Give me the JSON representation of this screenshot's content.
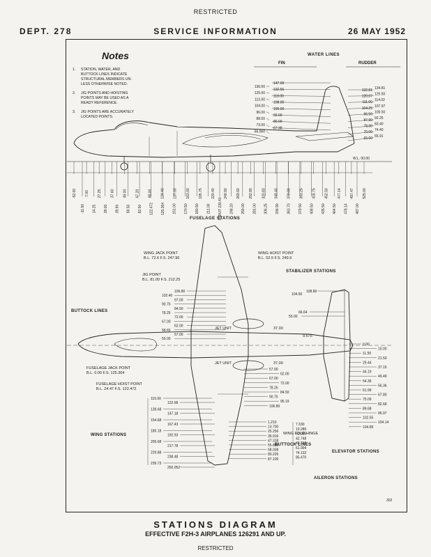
{
  "header": {
    "classification": "RESTRICTED",
    "dept": "DEPT. 278",
    "title": "SERVICE INFORMATION",
    "date": "26 MAY 1952"
  },
  "notes": {
    "heading": "Notes",
    "items": [
      [
        "1.",
        "STATION, WATER, AND",
        "BUTTOCK LINES INDICATE",
        "STRUCTURAL MEMBERS UN-",
        "LESS OTHERWISE NOTED."
      ],
      [
        "2.",
        "JIG POINTS AND HOISTING",
        "POINTS MAY BE USED AS A",
        "READY REFERENCE."
      ],
      [
        "3.",
        "JIG POINTS ARE ACCURATELY",
        "LOCATED POINTS."
      ]
    ]
  },
  "side": {
    "water_lines_label": "WATER LINES",
    "fin_label": "FIN",
    "rudder_label": "RUDDER",
    "wl_label": "W.L. 00.00",
    "fin_left": [
      "136.00",
      "125.00",
      "113.00",
      "104.00",
      "96.00",
      "88.00",
      "73.00",
      "66.060"
    ],
    "fin_right": [
      "147.00",
      "132.56",
      "118.00",
      "108.00",
      "100.00",
      "92.00",
      "80.00",
      "67.38"
    ],
    "rudder_left": [
      "132.81",
      "120.07",
      "111.00",
      "104.25",
      "96.50",
      "87.90",
      "78.90",
      "70.00",
      "65.00"
    ],
    "rudder_right": [
      "134.81",
      "125.50",
      "114.02",
      "107.97",
      "100.50",
      "92.25",
      "83.40",
      "74.40",
      "65.91"
    ],
    "stations_top": [
      "-52.00",
      "7.00",
      "27.25",
      "37.60",
      "49.00",
      "67.20",
      "88.00",
      "124.40",
      "137.00",
      "163.00",
      "195.75",
      "220.40",
      "249.90",
      "269.60",
      "292.80",
      "320.83",
      "349.40",
      "370.00",
      "393.25",
      "418.75",
      "452.50",
      "477.14",
      "497.47",
      "525.00"
    ],
    "stations_bottom": [
      "-11.50",
      "14.25",
      "28.00",
      "39.90",
      "59.50",
      "82.50",
      "122.472",
      "125.364",
      "151.00",
      "170.50",
      "180.50",
      "211.00",
      "STRUT 230.40",
      "248.20",
      "259.00",
      "281.00",
      "306.25",
      "336.90",
      "363.70",
      "379.50",
      "408.50",
      "435.50",
      "464.50",
      "478.14",
      "487.00"
    ],
    "fuselage_label": "FUSELAGE STATIONS"
  },
  "plan": {
    "wing_jack": [
      "WING JACK POINT",
      "B.L. 72.6 F.S. 247.96"
    ],
    "wing_hoist": [
      "WING HOIST POINT",
      "B.L. 52.5 F.S. 249.9"
    ],
    "jig": [
      "JIG POINT",
      "B.L. 81.00 F.S. 212.25"
    ],
    "stabilizer_label": "STABILIZER STATIONS",
    "stab_values": [
      "104.50",
      "108.89",
      "66.64",
      "55.00"
    ],
    "buttock_label": "BUTTOCK LINES",
    "buttock_top": [
      "106.80",
      "102.40",
      "97.00",
      "90.75",
      "84.50",
      "78.25",
      "72.00",
      "67.00",
      "62.00",
      "58.65",
      "57.00",
      "55.00"
    ],
    "jet_unit": "JET UNIT",
    "jet_top": "37.00",
    "jet_bottom": "37.00",
    "tail_point": "9.675",
    "fuselage_jack": [
      "FUSELAGE JACK POINT",
      "B.L. 0.00 F.S. 125.364"
    ],
    "fuselage_hoist": [
      "FUSELAGE HOIST POINT",
      "B.L. 24.47 F.S. 122.472"
    ],
    "buttock_bottom": [
      "57.00",
      "62.00",
      "67.00",
      "72.00",
      "78.25",
      "84.50",
      "90.75",
      "95.19",
      "106.80"
    ],
    "wing_fold": "WING FOLD HINGE",
    "buttock_lines_bottom_label": "BUTTOCK LINES",
    "elevator_values": [
      "0.00",
      "10.00",
      "11.50",
      "21.50",
      "29.44",
      "37.15",
      "44.19",
      "49.49",
      "54.36",
      "56.36",
      "61.99",
      "67.80",
      "75.09",
      "82.68",
      "89.68",
      "96.97",
      "102.55",
      "104.14",
      "104.89"
    ],
    "elevator_label": "ELEVATOR STATIONS",
    "wing_label": "WING STATIONS",
    "wing_left": [
      "115.00",
      "139.68",
      "154.68",
      "180.18",
      "205.68",
      "229.88",
      "239.73"
    ],
    "wing_right": [
      "122.68",
      "147.18",
      "167.43",
      "192.93",
      "217.78",
      "238.48",
      "250.052"
    ],
    "aileron_left": [
      "1.210",
      "13.700",
      "25.256",
      "36.916",
      "47.318",
      "55.850",
      "68.038",
      "80.226",
      "87.109"
    ],
    "aileron_right": [
      "7.330",
      "19.280",
      "31.085",
      "42.748",
      "49.718",
      "61.994",
      "74.132",
      "85.470"
    ],
    "aileron_label": "AILERON STATIONS"
  },
  "page_number": "302",
  "footer": {
    "title": "STATIONS DIAGRAM",
    "subtitle": "EFFECTIVE F2H-3 AIRPLANES 126291 AND UP.",
    "classification": "RESTRICTED"
  }
}
